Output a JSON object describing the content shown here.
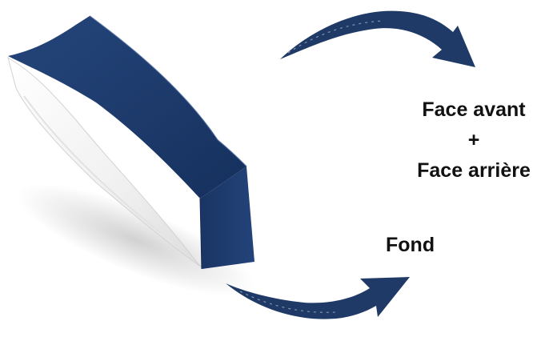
{
  "labels": {
    "front_back": {
      "line1": "Face avant",
      "line2": "+",
      "line3": "Face arrière"
    },
    "bottom": "Fond"
  },
  "icons": {
    "product": "coffee-bag-icon",
    "arrow_top": "curved-arrow-icon",
    "arrow_bottom": "curved-arrow-icon"
  },
  "colors": {
    "bag_navy": "#1d3a6b",
    "bag_side_white": "#f2f2f2",
    "arrow_navy": "#1f3a66",
    "text": "#111111"
  }
}
